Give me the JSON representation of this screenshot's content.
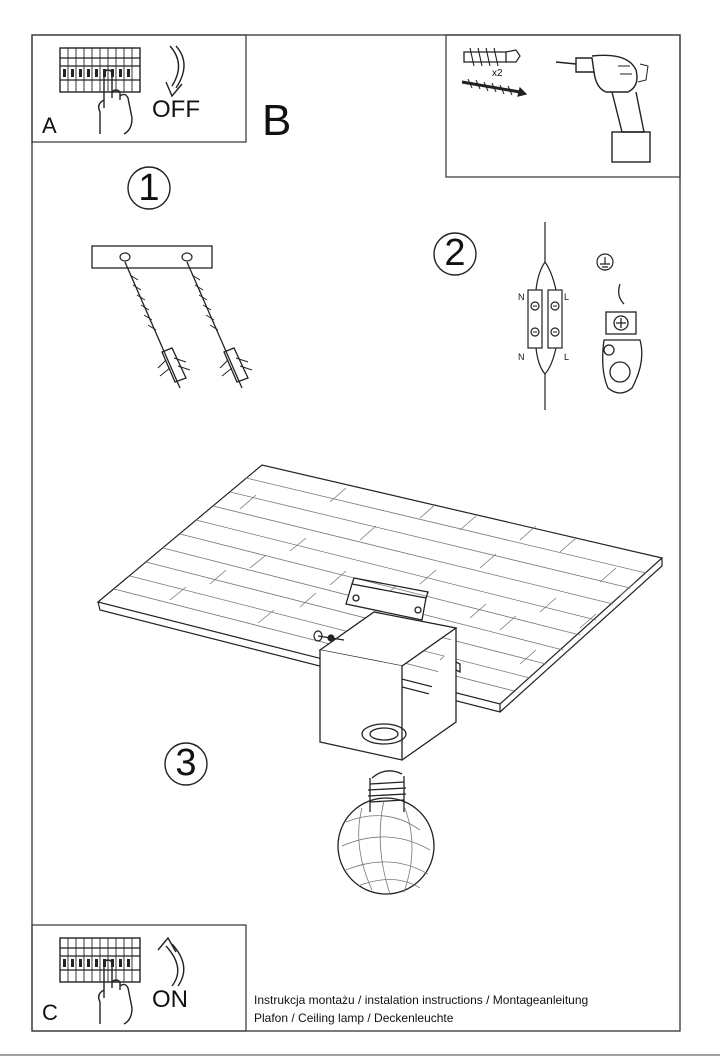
{
  "panels": {
    "a": {
      "letter": "A",
      "state": "OFF"
    },
    "b": {
      "letter": "B",
      "quantity": "x2"
    },
    "c": {
      "letter": "C",
      "state": "ON"
    }
  },
  "steps": [
    "1",
    "2",
    "3"
  ],
  "wiring": {
    "neutral": "N",
    "live": "L"
  },
  "footer": {
    "line1": "Instrukcja montażu / instalation instructions / Montageanleitung",
    "line2": "Plafon / Ceiling lamp / Deckenleuchte"
  }
}
